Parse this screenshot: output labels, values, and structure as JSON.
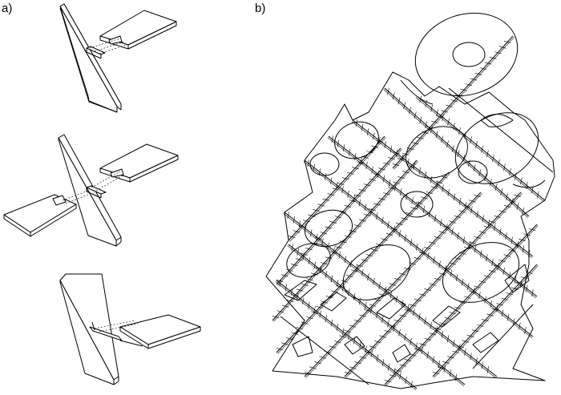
{
  "figure": {
    "panels": [
      {
        "id": "a",
        "label": "a)"
      },
      {
        "id": "b",
        "label": "b)"
      }
    ]
  }
}
